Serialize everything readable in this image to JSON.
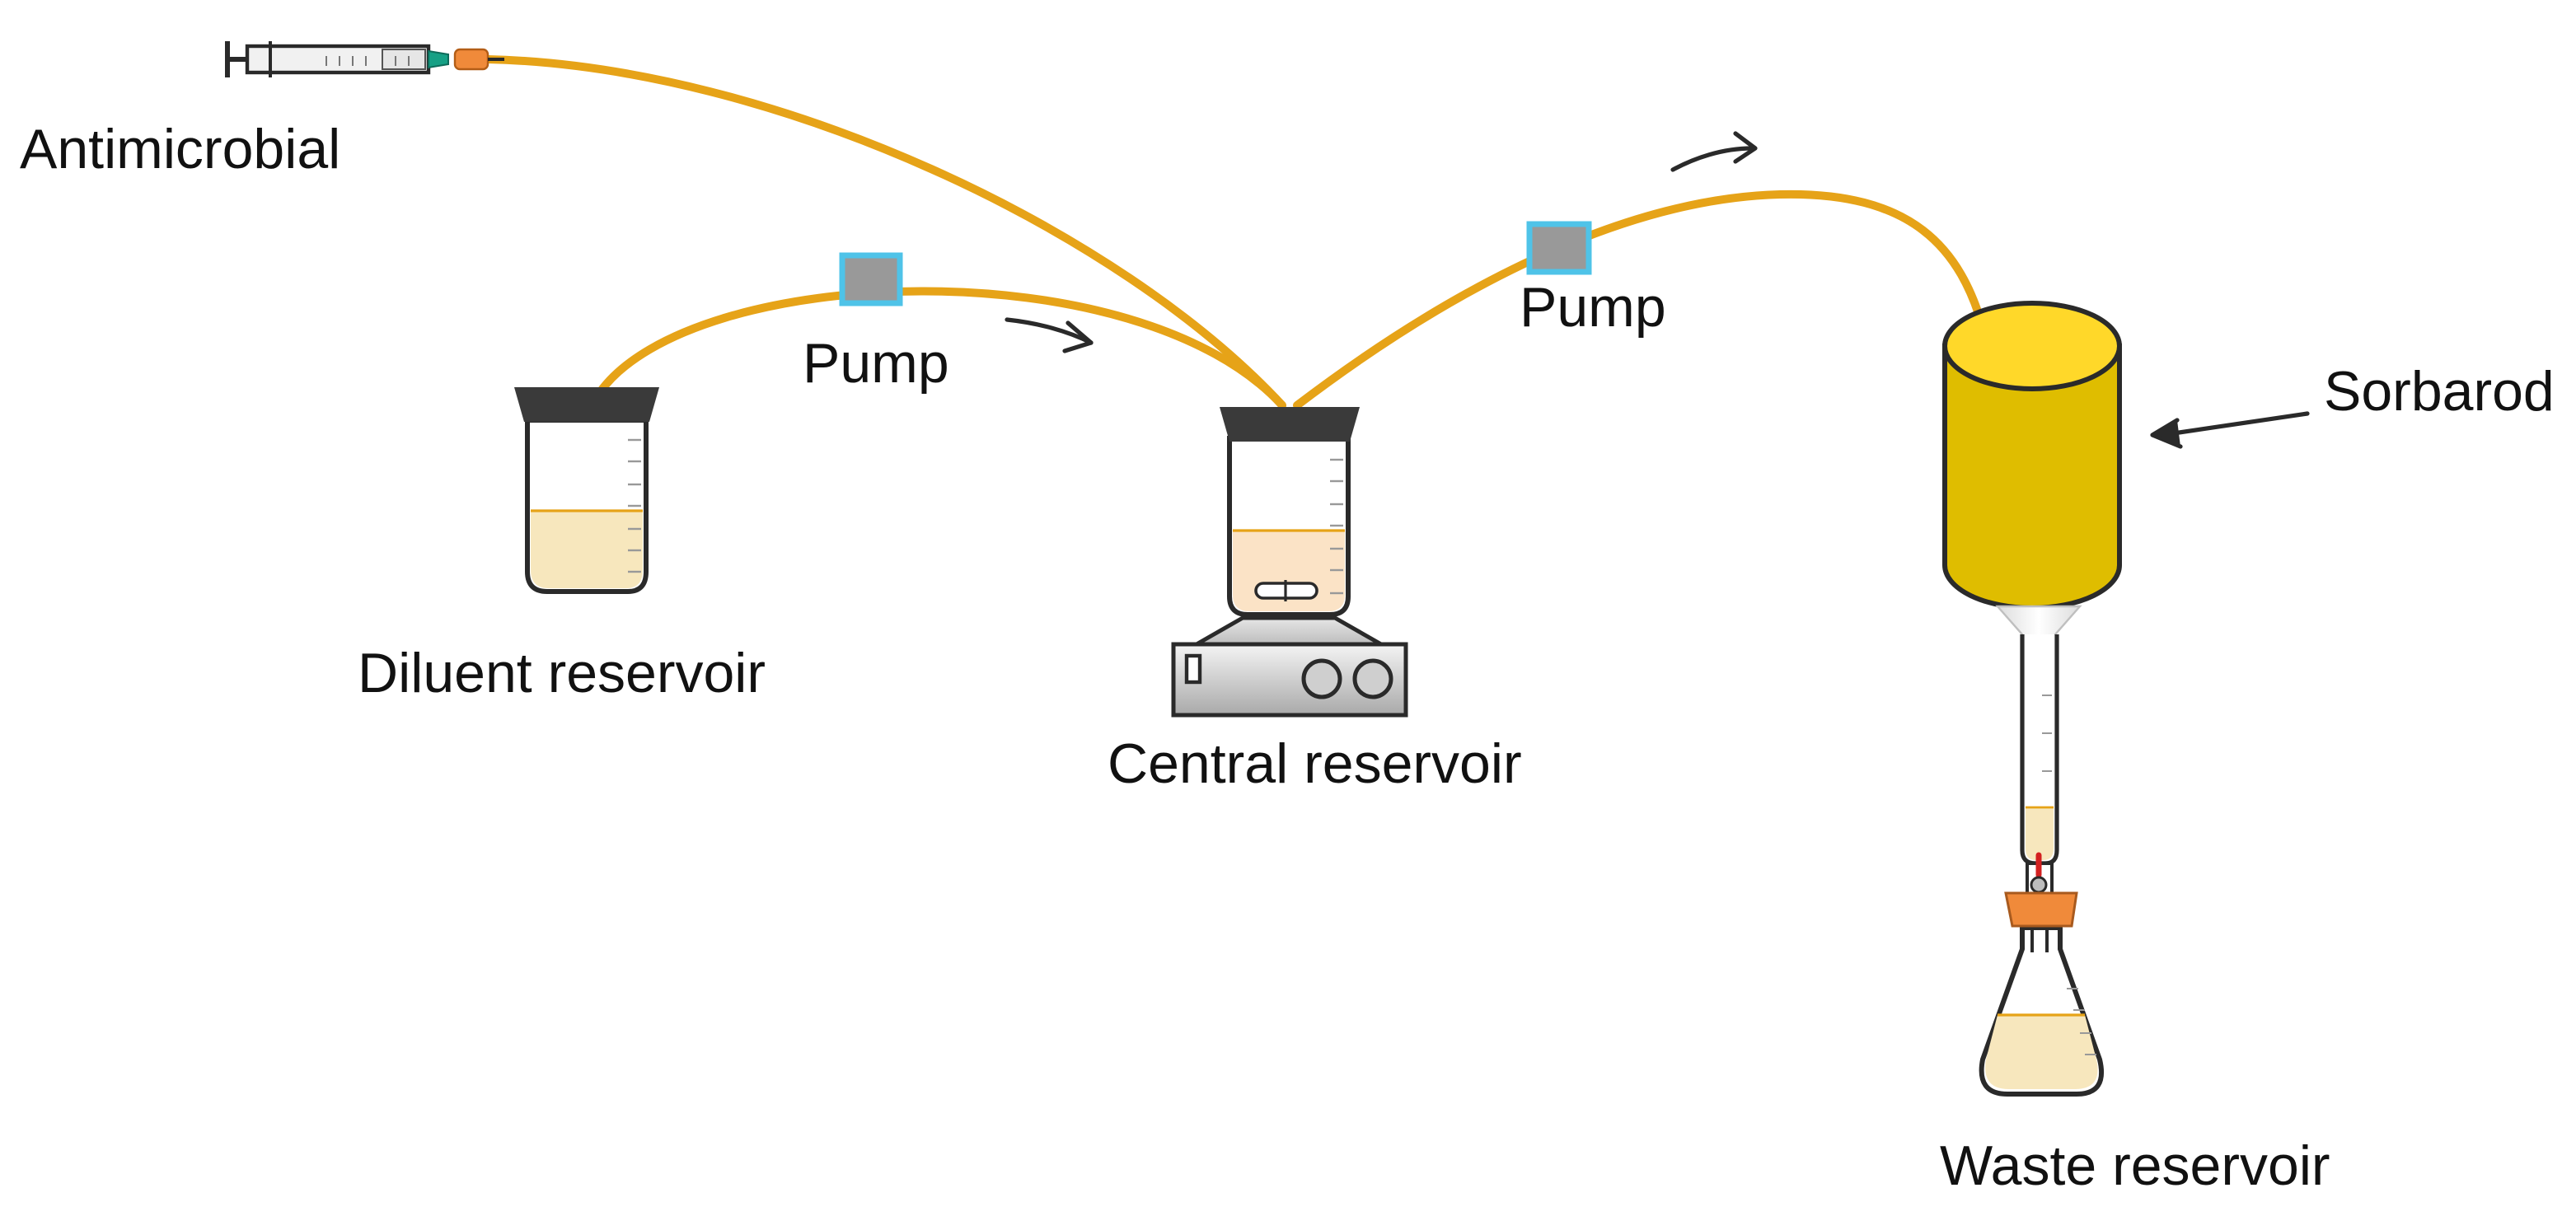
{
  "labels": {
    "antimicrobial": "Antimicrobial",
    "pump_left": "Pump",
    "pump_right": "Pump",
    "diluent": "Diluent reservoir",
    "central": "Central reservoir",
    "sorbarod": "Sorbarod",
    "waste": "Waste reservoir"
  },
  "colors": {
    "tubing": "#e6a318",
    "liquid": "#f7e7bd",
    "liquid_line": "#e6a318",
    "pump_fill": "#999999",
    "pump_border": "#4fc3e8",
    "sorbarod_body": "#dfbd00",
    "sorbarod_top": "#ffd829",
    "flask_stopper": "#f08a3a",
    "valve": "#d32020",
    "lid": "#3a3a3a",
    "outline": "#2a2a2a"
  }
}
